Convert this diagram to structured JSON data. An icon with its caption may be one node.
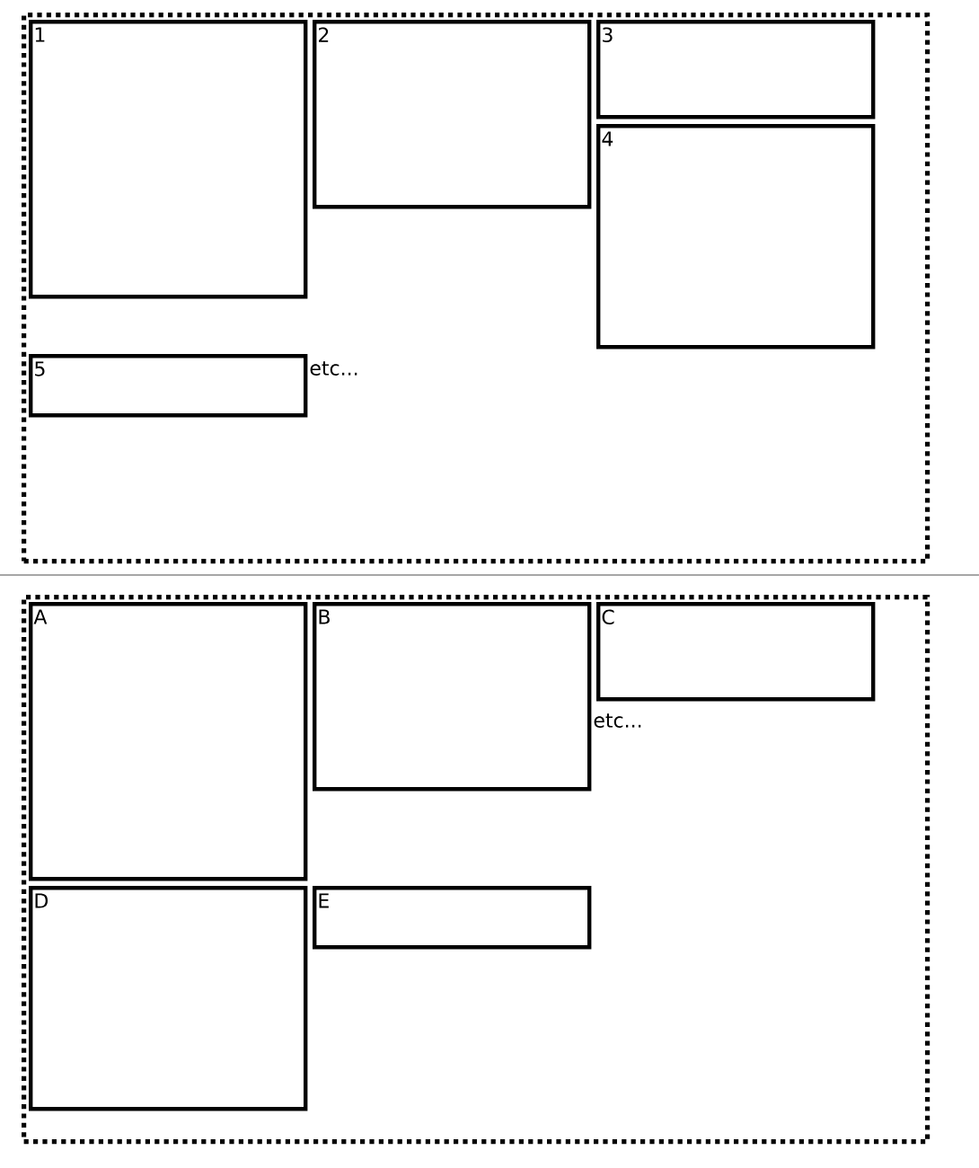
{
  "diagram": {
    "nodes": [
      {
        "text": [],
        "shape": "box"
      },
      {
        "text": [
          "1"
        ],
        "in": 0
      },
      {
        "text": [
          "2"
        ],
        "in": 0
      },
      {
        "text": [
          "3"
        ],
        "in": 0
      },
      {
        "text": [
          "4"
        ],
        "in": 0
      },
      {
        "text": [
          "5"
        ],
        "in": 0
      },
      {
        "text": [],
        "shape": "box"
      },
      {
        "text": [
          "A"
        ],
        "in": 6
      },
      {
        "text": [
          "B"
        ],
        "in": 6
      },
      {
        "text": [
          "C"
        ],
        "in": 6
      },
      {
        "text": [
          "D"
        ],
        "in": 6
      },
      {
        "text": [
          "E"
        ],
        "in": 6
      }
    ],
    "labels": [
      "etc...",
      "etc..."
    ]
  }
}
